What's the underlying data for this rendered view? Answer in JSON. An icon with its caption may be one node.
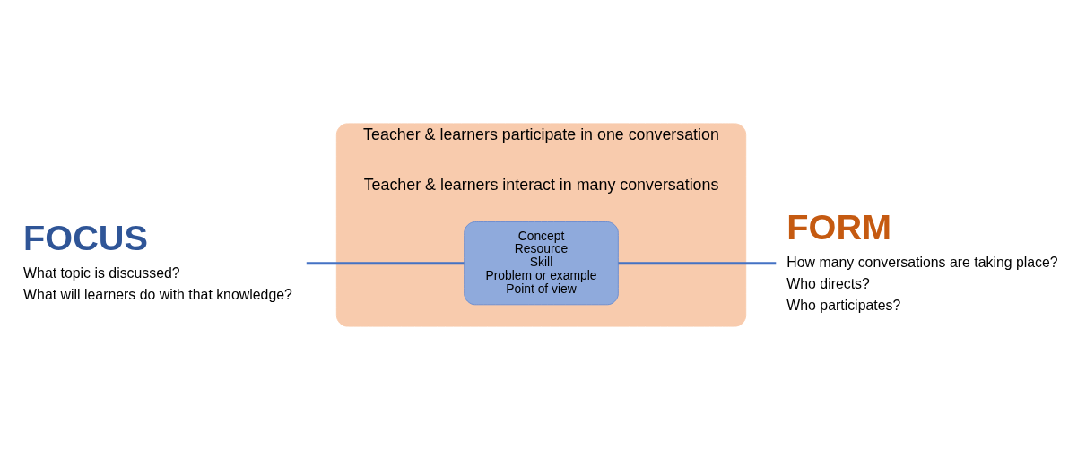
{
  "diagram": {
    "nodes": [
      {
        "text": [
          "FOCUS",
          "What topic is discussed?",
          "What will learners do with that knowledge?"
        ]
      },
      {
        "text": [
          "Teacher & learners participate in one conversation",
          "Teacher & learners interact in many conversations"
        ]
      },
      {
        "text": [
          "Concept",
          "Resource",
          "Skill",
          "Problem or example",
          "Point of view"
        ],
        "in": 1
      },
      {
        "text": [
          "FORM",
          "How many conversations are taking place?",
          "Who directs?",
          "Who participates?"
        ]
      }
    ],
    "edges": [
      {
        "from": 0,
        "to": 2,
        "arrow": "none"
      },
      {
        "from": 2,
        "to": 3,
        "arrow": "none"
      }
    ]
  }
}
